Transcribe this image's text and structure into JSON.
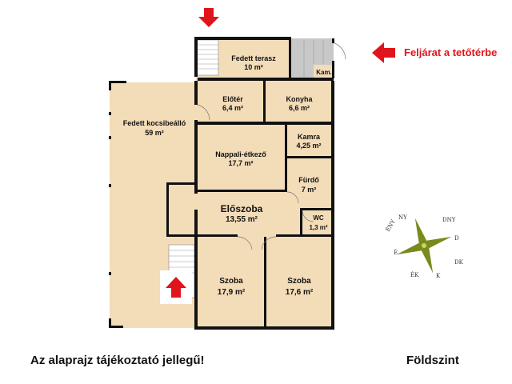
{
  "rooms": {
    "covered_terrace": {
      "name": "Fedett terasz",
      "area": "10 m²"
    },
    "pantry_small": {
      "name": "Kam."
    },
    "hall": {
      "name": "Előtér",
      "area": "6,4 m²"
    },
    "kitchen": {
      "name": "Konyha",
      "area": "6,6 m²"
    },
    "carport": {
      "name": "Fedett kocsibeálló",
      "area": "59 m²"
    },
    "pantry": {
      "name": "Kamra",
      "area": "4,25 m²"
    },
    "living_dining": {
      "name": "Nappali-étkező",
      "area": "17,7 m²"
    },
    "bathroom": {
      "name": "Fürdő",
      "area": "7 m²"
    },
    "anteroom": {
      "name": "Előszoba",
      "area": "13,55 m²"
    },
    "wc": {
      "name": "WC",
      "area": "1,3 m²"
    },
    "bedroom_left": {
      "name": "Szoba",
      "area": "17,9 m²"
    },
    "bedroom_right": {
      "name": "Szoba",
      "area": "17,6 m²"
    }
  },
  "annotations": {
    "stair_access": "Feljárat a tetőtérbe",
    "note": "Az alaprajz tájékoztató jellegű!",
    "level": "Földszint"
  },
  "compass": {
    "labels": [
      "NY",
      "ÉNY",
      "É",
      "ÉK",
      "K",
      "DK",
      "D",
      "DNY"
    ]
  },
  "colors": {
    "floor": "#f3dcb8",
    "wall": "#111111",
    "stair": "#ffffff",
    "stair_landing": "#b0b0b0",
    "arrow": "#e0141b",
    "compass_star": "#7a8a1e"
  }
}
